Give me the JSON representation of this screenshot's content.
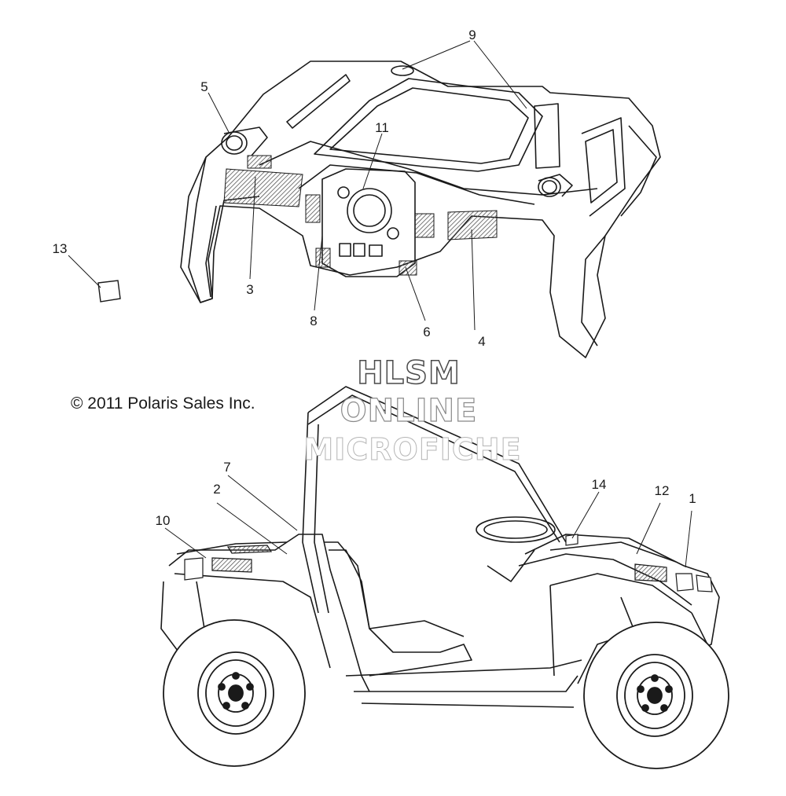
{
  "copyright": "© 2011 Polaris Sales Inc.",
  "watermark": {
    "line1": "HLSM",
    "line2": "ONLINE",
    "line3": "MICROFICHE"
  },
  "callouts": {
    "c1": "1",
    "c2": "2",
    "c3": "3",
    "c4": "4",
    "c5": "5",
    "c6": "6",
    "c7": "7",
    "c8": "8",
    "c9": "9",
    "c10": "10",
    "c11": "11",
    "c12": "12",
    "c13": "13",
    "c14": "14"
  },
  "colors": {
    "line": "#1a1a1a",
    "hatch": "#555555",
    "background": "#ffffff"
  }
}
